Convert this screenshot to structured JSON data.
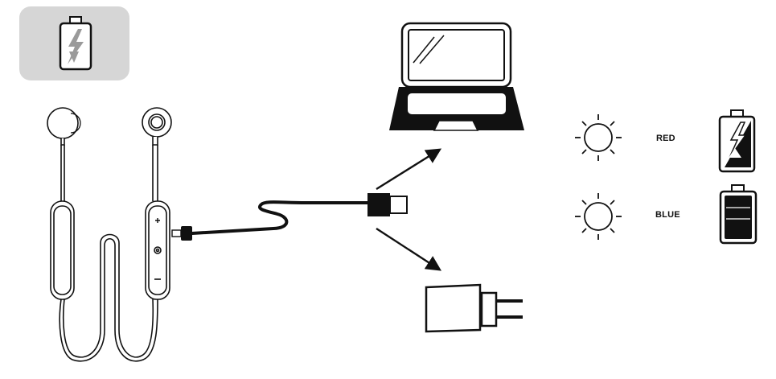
{
  "indicators": [
    {
      "label": "RED",
      "battery_state": "charging",
      "light": "on"
    },
    {
      "label": "BLUE",
      "battery_state": "full",
      "light": "on"
    }
  ],
  "charge_sources": [
    "laptop-usb-port",
    "wall-adapter"
  ],
  "colors": {
    "badge_bg": "#d6d6d6",
    "line": "#111111",
    "icon_fill": "#ffffff"
  },
  "icons": {
    "badge": "battery-charging-icon",
    "laptop": "laptop-icon",
    "adapter": "wall-adapter-icon",
    "sun": "sun-icon",
    "charging_battery": "battery-charging-icon",
    "full_battery": "battery-full-icon"
  }
}
